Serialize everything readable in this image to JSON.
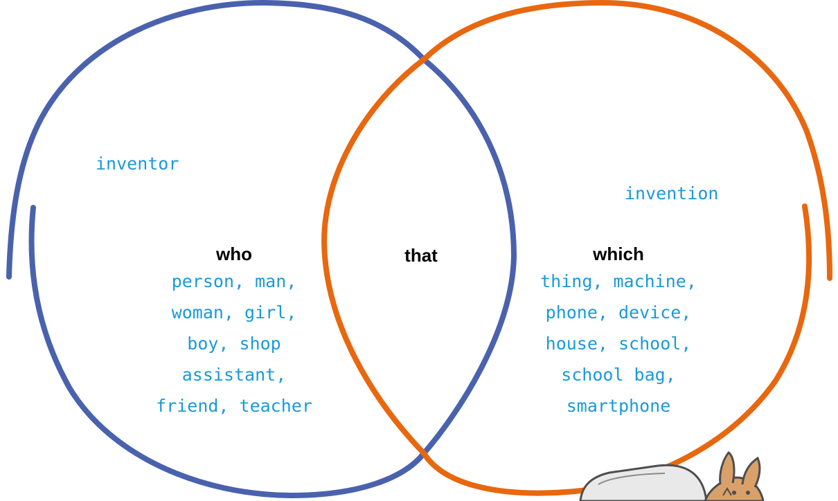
{
  "colors": {
    "left_circle": "#4a62ad",
    "right_circle": "#e8670f",
    "word_text": "#1a9ad9",
    "heading_text": "#000000"
  },
  "left_set": {
    "note": "inventor",
    "heading": "who",
    "words": [
      "person, man,",
      "woman, girl,",
      "boy, shop",
      "assistant,",
      "friend, teacher"
    ]
  },
  "overlap": {
    "heading": "that"
  },
  "right_set": {
    "note": "invention",
    "heading": "which",
    "words": [
      "thing, machine,",
      "phone, device,",
      "house, school,",
      "school bag,",
      "smartphone"
    ]
  },
  "illustration": {
    "icon": "cartoon-character-peeking-icon"
  }
}
